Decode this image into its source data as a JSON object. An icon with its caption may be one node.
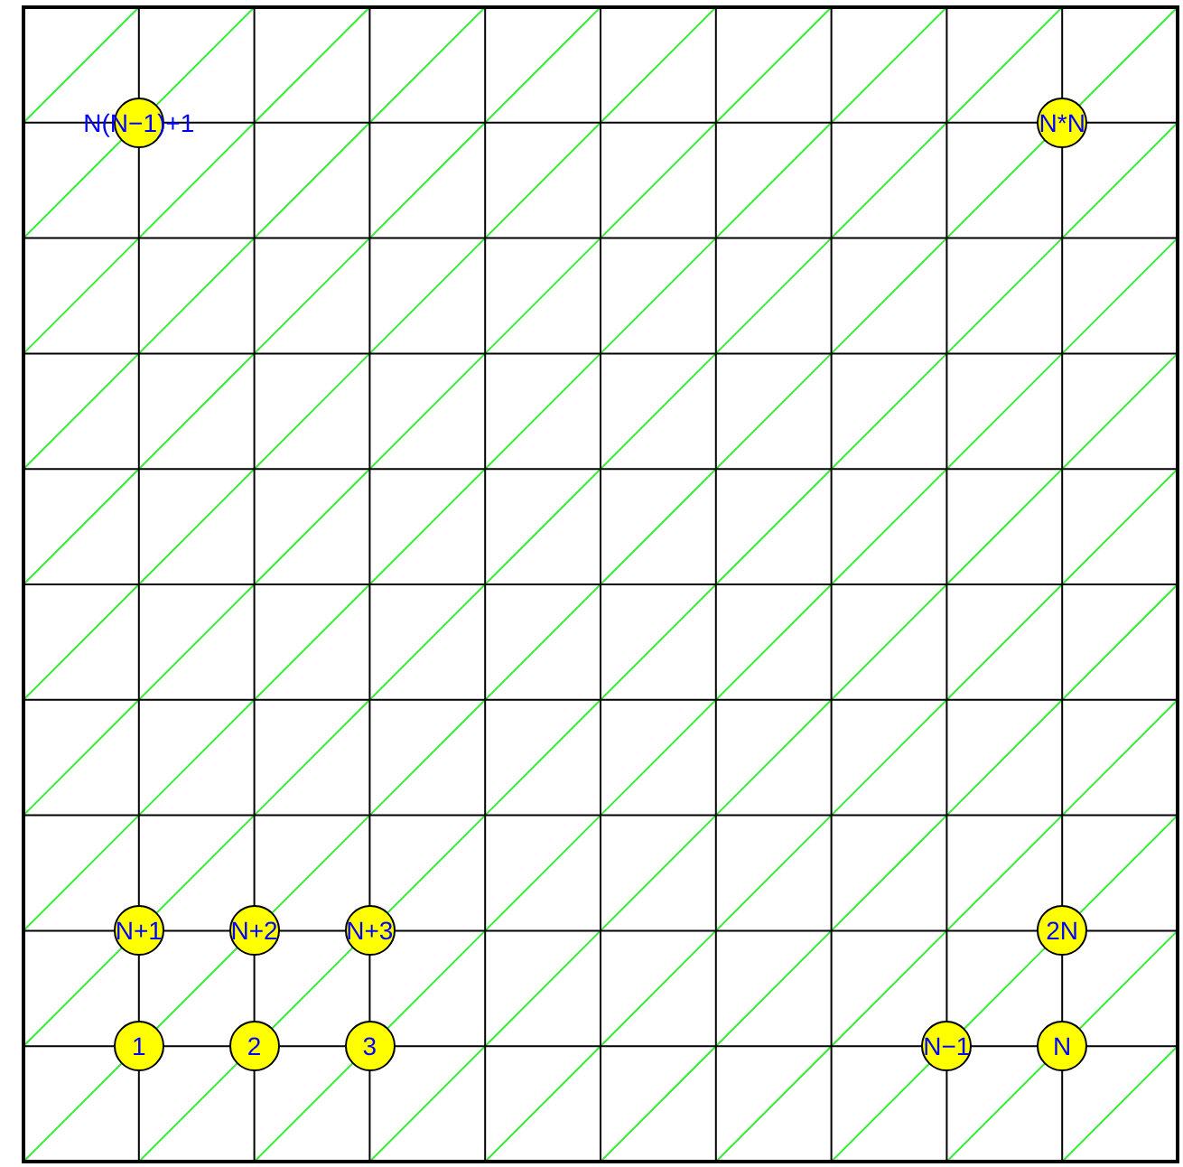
{
  "diagram": {
    "nodes": [
      {
        "text": [
          "N(N−1)+1"
        ]
      },
      {
        "text": [
          "N*N"
        ]
      },
      {
        "text": [
          "N+1"
        ]
      },
      {
        "text": [
          "N+2"
        ]
      },
      {
        "text": [
          "N+3"
        ]
      },
      {
        "text": [
          "2N"
        ]
      },
      {
        "text": [
          "1"
        ]
      },
      {
        "text": [
          "2"
        ]
      },
      {
        "text": [
          "3"
        ]
      },
      {
        "text": [
          "N−1"
        ]
      },
      {
        "text": [
          "N"
        ]
      }
    ]
  }
}
